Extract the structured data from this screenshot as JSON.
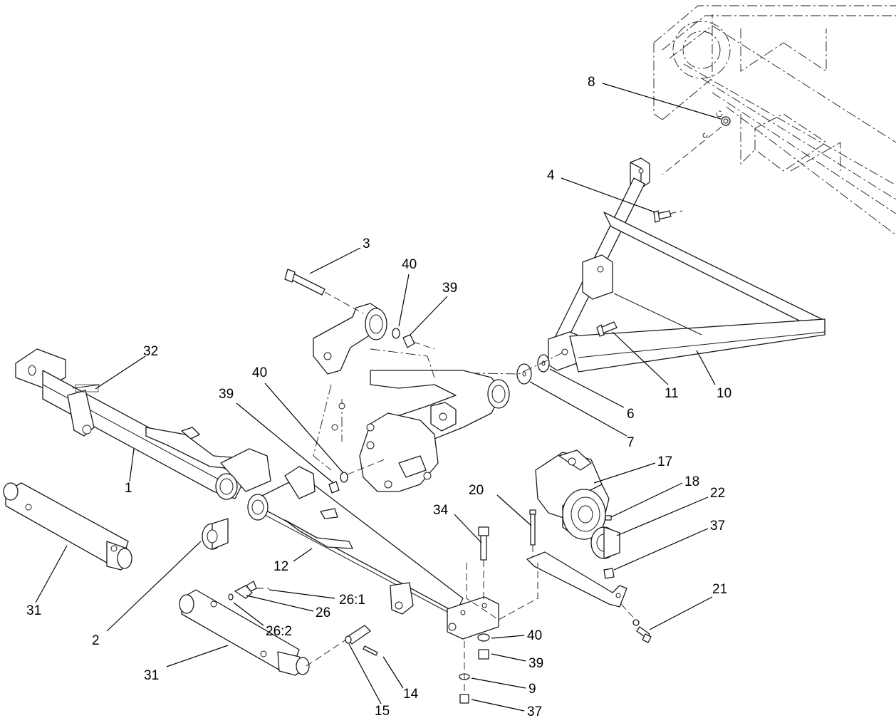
{
  "callouts": [
    {
      "id": "c8",
      "label": "8"
    },
    {
      "id": "c4",
      "label": "4"
    },
    {
      "id": "c3",
      "label": "3"
    },
    {
      "id": "c40a",
      "label": "40"
    },
    {
      "id": "c39a",
      "label": "39"
    },
    {
      "id": "c32",
      "label": "32"
    },
    {
      "id": "c40b",
      "label": "40"
    },
    {
      "id": "c39b",
      "label": "39"
    },
    {
      "id": "c11",
      "label": "11"
    },
    {
      "id": "c10",
      "label": "10"
    },
    {
      "id": "c6",
      "label": "6"
    },
    {
      "id": "c7",
      "label": "7"
    },
    {
      "id": "c17",
      "label": "17"
    },
    {
      "id": "c18",
      "label": "18"
    },
    {
      "id": "c22",
      "label": "22"
    },
    {
      "id": "c37a",
      "label": "37"
    },
    {
      "id": "c20",
      "label": "20"
    },
    {
      "id": "c34",
      "label": "34"
    },
    {
      "id": "c1",
      "label": "1"
    },
    {
      "id": "c12",
      "label": "12"
    },
    {
      "id": "c2",
      "label": "2"
    },
    {
      "id": "c31a",
      "label": "31"
    },
    {
      "id": "c26_1",
      "label": "26:1"
    },
    {
      "id": "c26",
      "label": "26"
    },
    {
      "id": "c26_2",
      "label": "26:2"
    },
    {
      "id": "c31b",
      "label": "31"
    },
    {
      "id": "c15",
      "label": "15"
    },
    {
      "id": "c14",
      "label": "14"
    },
    {
      "id": "c40c",
      "label": "40"
    },
    {
      "id": "c39c",
      "label": "39"
    },
    {
      "id": "c9",
      "label": "9"
    },
    {
      "id": "c37b",
      "label": "37"
    },
    {
      "id": "c21",
      "label": "21"
    }
  ]
}
